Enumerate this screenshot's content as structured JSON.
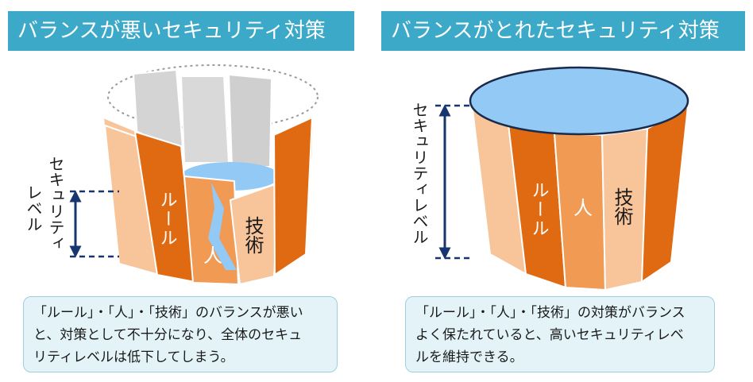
{
  "left": {
    "title": "バランスが悪いセキュリティ対策",
    "labels": {
      "rule": "ルール",
      "people": "人",
      "tech": "技術"
    },
    "side_label_line1": "セキュリティ",
    "side_label_line2": "レベル",
    "caption": [
      "「ルール」・「人」・「技術」のバランスが悪い",
      "と、対策として不十分になり、全体のセキュ",
      "リティレベルは低下してしまう。"
    ]
  },
  "right": {
    "title": "バランスがとれたセキュリティ対策",
    "labels": {
      "rule": "ルール",
      "people": "人",
      "tech": "技術"
    },
    "side_label": "セキュリティレベル",
    "caption": [
      "「ルール」・「人」・「技術」の対策がバランス",
      "よく保たれていると、高いセキュリティレベ",
      "ルを維持できる。"
    ]
  },
  "colors": {
    "banner": "#3da9c9",
    "stave_dark": "#e06a12",
    "stave_mid": "#f19a53",
    "stave_light": "#f8c49a",
    "water": "#93c9f5",
    "arrow": "#17356e",
    "caption_bg": "#e3f3f8"
  }
}
